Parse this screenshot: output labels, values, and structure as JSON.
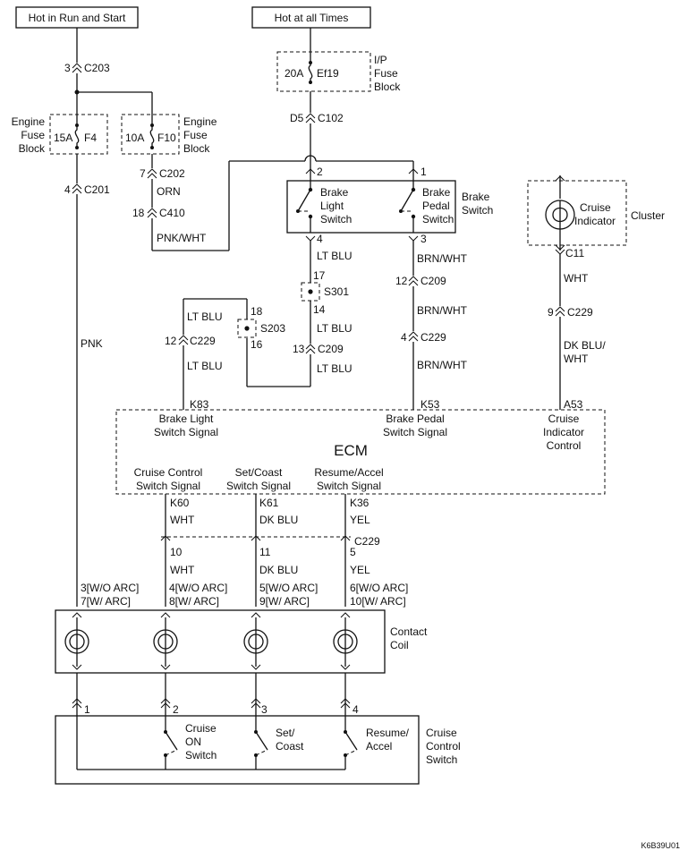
{
  "power": {
    "run_start": "Hot in Run and Start",
    "at_all_times": "Hot at all Times"
  },
  "fuses": {
    "f4": {
      "amp": "15A",
      "id": "F4",
      "block_line1": "Engine",
      "block_line2": "Fuse",
      "block_line3": "Block"
    },
    "f10": {
      "amp": "10A",
      "id": "F10",
      "block_line1": "Engine",
      "block_line2": "Fuse",
      "block_line3": "Block"
    },
    "ef19": {
      "amp": "20A",
      "id": "Ef19",
      "block_line1": "I/P",
      "block_line2": "Fuse",
      "block_line3": "Block"
    }
  },
  "connectors": {
    "c203_pin": "3",
    "c203": "C203",
    "c201_pin": "4",
    "c201": "C201",
    "c202_pin": "7",
    "c202": "C202",
    "c410_pin": "18",
    "c410": "C410",
    "c102_pin": "D5",
    "c102": "C102",
    "s301_top": "17",
    "s301": "S301",
    "s301_bot": "14",
    "s203_top": "18",
    "s203": "S203",
    "s203_bot": "16",
    "c229_left_pin": "12",
    "c229_left": "C229",
    "c209_left_pin": "13",
    "c209_left": "C209",
    "c209_right_pin": "12",
    "c209_right": "C209",
    "c229_mid_pin": "4",
    "c229_mid": "C229",
    "c11": "C11",
    "c229_right_pin": "9",
    "c229_right": "C229",
    "c229_row": "C229",
    "bs_pin2": "2",
    "bs_pin1": "1",
    "bs_pin4": "4",
    "bs_pin3": "3",
    "row_10": "10",
    "row_11": "11",
    "row_5": "5",
    "k83": "K83",
    "k53": "K53",
    "a53": "A53",
    "k60": "K60",
    "k61": "K61",
    "k36": "K36",
    "cc_p3": "3[W/O ARC]",
    "cc_p7": "7[W/ ARC]",
    "cc_p4": "4[W/O ARC]",
    "cc_p8": "8[W/ ARC]",
    "cc_p5": "5[W/O ARC]",
    "cc_p9": "9[W/ ARC]",
    "cc_p6": "6[W/O ARC]",
    "cc_p10": "10[W/ ARC]",
    "sw_p1": "1",
    "sw_p2": "2",
    "sw_p3": "3",
    "sw_p4": "4"
  },
  "wires": {
    "orn": "ORN",
    "pnk_wht": "PNK/WHT",
    "pnk": "PNK",
    "lt_blu_1": "LT BLU",
    "lt_blu_2": "LT BLU",
    "lt_blu_3": "LT BLU",
    "lt_blu_4": "LT BLU",
    "lt_blu_5": "LT BLU",
    "brn_wht_1": "BRN/WHT",
    "brn_wht_2": "BRN/WHT",
    "brn_wht_3": "BRN/WHT",
    "wht_c11": "WHT",
    "dk_blu_wht_1": "DK BLU/",
    "dk_blu_wht_2": "WHT",
    "wht_k60": "WHT",
    "dk_blu_k61": "DK BLU",
    "yel_k36": "YEL",
    "wht_10": "WHT",
    "dk_blu_11": "DK BLU",
    "yel_5": "YEL"
  },
  "brake_switch": {
    "title": "Brake",
    "title2": "Switch",
    "light_1": "Brake",
    "light_2": "Light",
    "light_3": "Switch",
    "pedal_1": "Brake",
    "pedal_2": "Pedal",
    "pedal_3": "Switch"
  },
  "cluster": {
    "label": "Cluster",
    "indicator_1": "Cruise",
    "indicator_2": "Indicator"
  },
  "ecm": {
    "title": "ECM",
    "bls_1": "Brake Light",
    "bls_2": "Switch Signal",
    "bps_1": "Brake Pedal",
    "bps_2": "Switch Signal",
    "cic_1": "Cruise",
    "cic_2": "Indicator",
    "cic_3": "Control",
    "ccs_1": "Cruise Control",
    "ccs_2": "Switch Signal",
    "sc_1": "Set/Coast",
    "sc_2": "Switch Signal",
    "ra_1": "Resume/Accel",
    "ra_2": "Switch Signal"
  },
  "contact_coil": {
    "line1": "Contact",
    "line2": "Coil"
  },
  "cruise_switch": {
    "title_1": "Cruise",
    "title_2": "Control",
    "title_3": "Switch",
    "on_1": "Cruise",
    "on_2": "ON",
    "on_3": "Switch",
    "set_1": "Set/",
    "set_2": "Coast",
    "res_1": "Resume/",
    "res_2": "Accel"
  },
  "figure_code": "K6B39U01"
}
